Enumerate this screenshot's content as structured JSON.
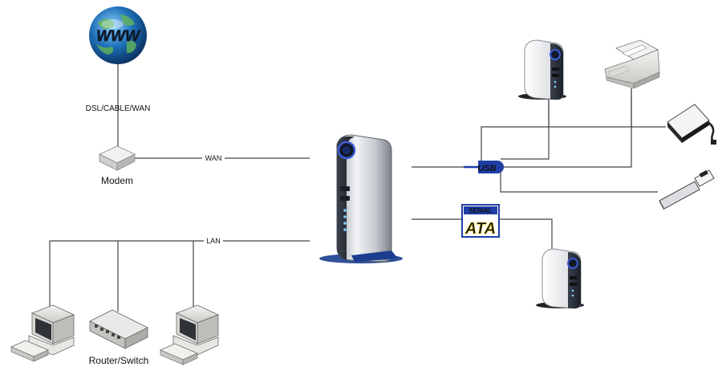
{
  "labels": {
    "www": "WWW",
    "dsl": "DSL/CABLE/WAN",
    "modem": "Modem",
    "wan": "WAN",
    "lan": "LAN",
    "router": "Router/Switch",
    "usb": "USB",
    "serial": "SERIAL",
    "ata": "ATA"
  },
  "colors": {
    "globe": "#1e6fb8",
    "usb_blue": "#1f3ea6",
    "sata_red": "#c0141b",
    "sata_yellow": "#f4d400",
    "device_dark": "#2a2f3a",
    "device_silver": "#c9ccd2"
  }
}
